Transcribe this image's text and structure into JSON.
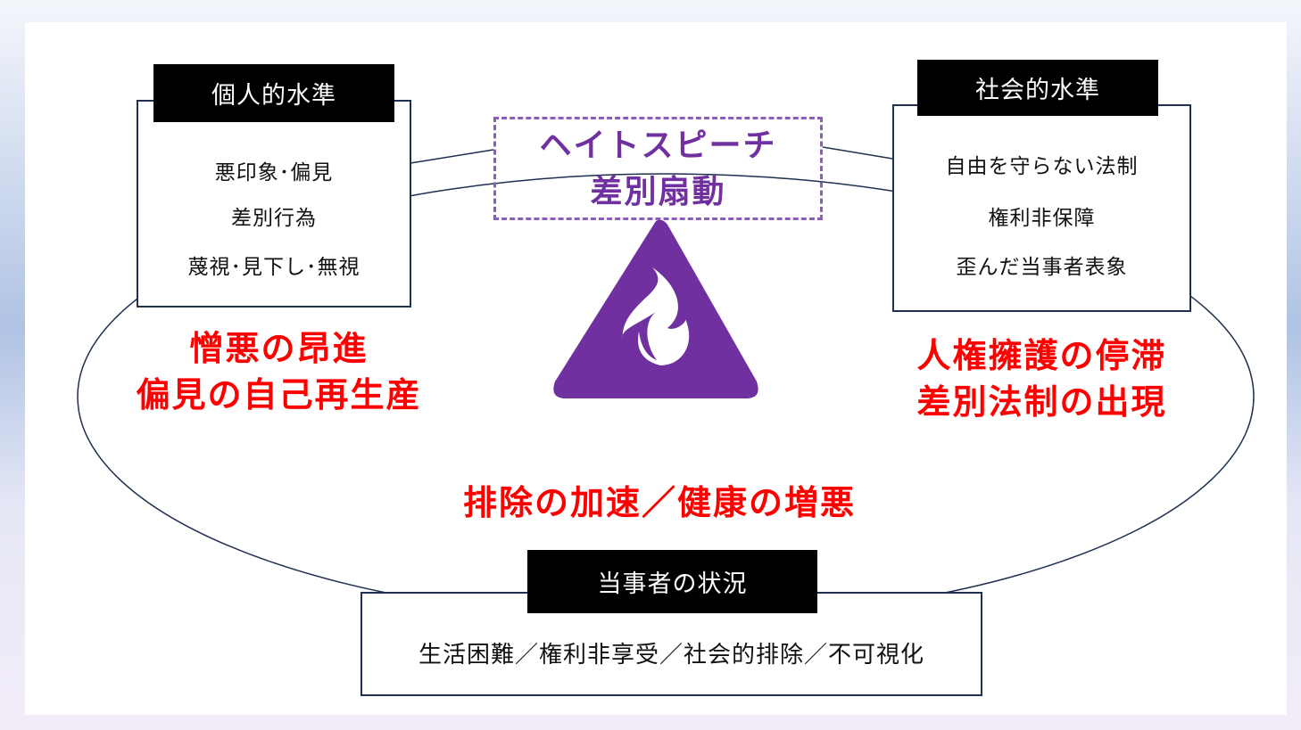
{
  "center": {
    "line1": "ヘイトスピーチ",
    "line2": "差別扇動",
    "icon": "fire-warning-icon",
    "color": "#7030a0"
  },
  "individual": {
    "title": "個人的水準",
    "items": [
      "悪印象･偏見",
      "差別行為",
      "蔑視･見下し･無視"
    ],
    "effect1": "憎悪の昂進",
    "effect2": "偏見の自己再生産"
  },
  "social": {
    "title": "社会的水準",
    "items": [
      "自由を守らない法制",
      "権利非保障",
      "歪んだ当事者表象"
    ],
    "effect1": "人権擁護の停滞",
    "effect2": "差別法制の出現"
  },
  "center_effect": "排除の加速／健康の増悪",
  "party": {
    "title": "当事者の状況",
    "text": "生活困難／権利非享受／社会的排除／不可視化"
  }
}
